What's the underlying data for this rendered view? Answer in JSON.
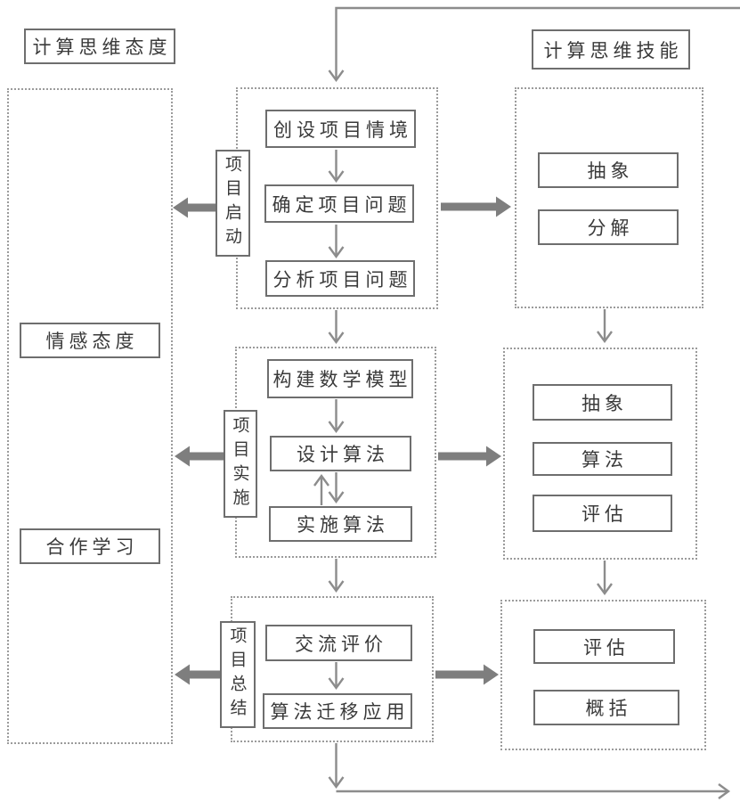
{
  "left_panel": {
    "title": "计算思维态度",
    "items": [
      {
        "label": "情感态度"
      },
      {
        "label": "合作学习"
      }
    ]
  },
  "right_panel": {
    "title": "计算思维技能",
    "groups": [
      {
        "items": [
          {
            "label": "抽象"
          },
          {
            "label": "分解"
          }
        ]
      },
      {
        "items": [
          {
            "label": "抽象"
          },
          {
            "label": "算法"
          },
          {
            "label": "评估"
          }
        ]
      },
      {
        "items": [
          {
            "label": "评估"
          },
          {
            "label": "概括"
          }
        ]
      }
    ]
  },
  "process": {
    "groups": [
      {
        "stage": "项目启动",
        "steps": [
          {
            "label": "创设项目情境"
          },
          {
            "label": "确定项目问题"
          },
          {
            "label": "分析项目问题"
          }
        ]
      },
      {
        "stage": "项目实施",
        "steps": [
          {
            "label": "构建数学模型"
          },
          {
            "label": "设计算法"
          },
          {
            "label": "实施算法"
          }
        ]
      },
      {
        "stage": "项目总结",
        "steps": [
          {
            "label": "交流评价"
          },
          {
            "label": "算法迁移应用"
          }
        ]
      }
    ]
  },
  "colors": {
    "box_border": "#6e6e6e",
    "dashed_border": "#9b9b9b",
    "thin_arrow": "#8c8c8c",
    "block_arrow": "#7e7e7e",
    "text": "#3a3a3a",
    "background": "#ffffff"
  }
}
